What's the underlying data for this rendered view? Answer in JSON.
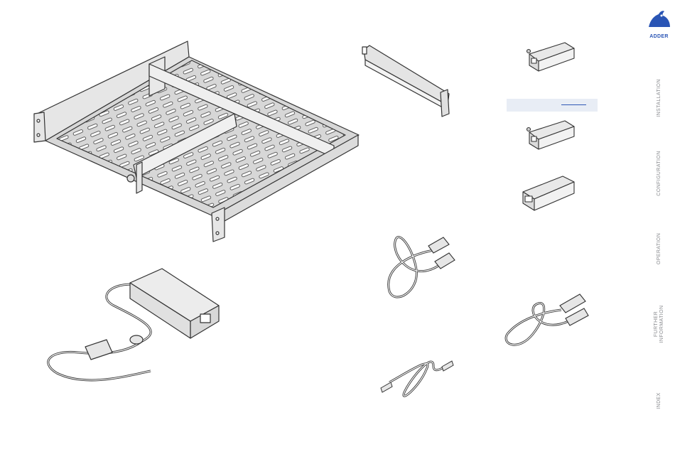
{
  "sidebar": {
    "brand": "ADDER",
    "tabs": [
      {
        "label": "INSTALLATION"
      },
      {
        "label": "CONFIGURATION"
      },
      {
        "label": "OPERATION"
      },
      {
        "label": "FURTHER INFORMATION"
      },
      {
        "label": "INDEX"
      }
    ]
  },
  "colors": {
    "brand_blue": "#2a55b5",
    "tab_text": "#888a8e",
    "link_highlight": "#e8edf5"
  },
  "illustrations": [
    {
      "name": "rack-mount-shelf"
    },
    {
      "name": "rack-bracket"
    },
    {
      "name": "sfp-module-1"
    },
    {
      "name": "sfp-module-2"
    },
    {
      "name": "sfp-copper-module"
    },
    {
      "name": "power-supply-with-mains-cord"
    },
    {
      "name": "usb-cable-a"
    },
    {
      "name": "usb-cable-b"
    },
    {
      "name": "audio-jack-cable"
    }
  ]
}
